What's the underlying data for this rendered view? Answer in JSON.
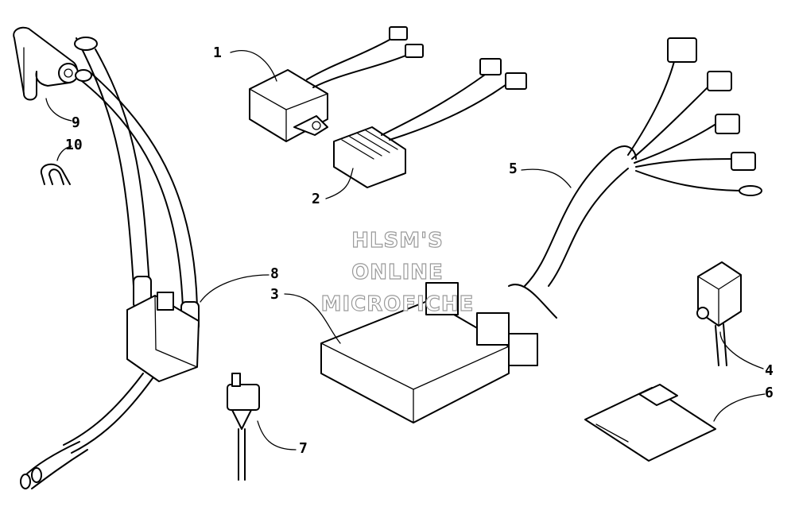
{
  "watermark": {
    "line1": "HLSM'S",
    "line2": "ONLINE",
    "line3": "MICROFICHE"
  },
  "callouts": {
    "c1": "1",
    "c2": "2",
    "c3": "3",
    "c4": "4",
    "c5": "5",
    "c6": "6",
    "c7": "7",
    "c8": "8",
    "c9": "9",
    "c10": "10"
  }
}
